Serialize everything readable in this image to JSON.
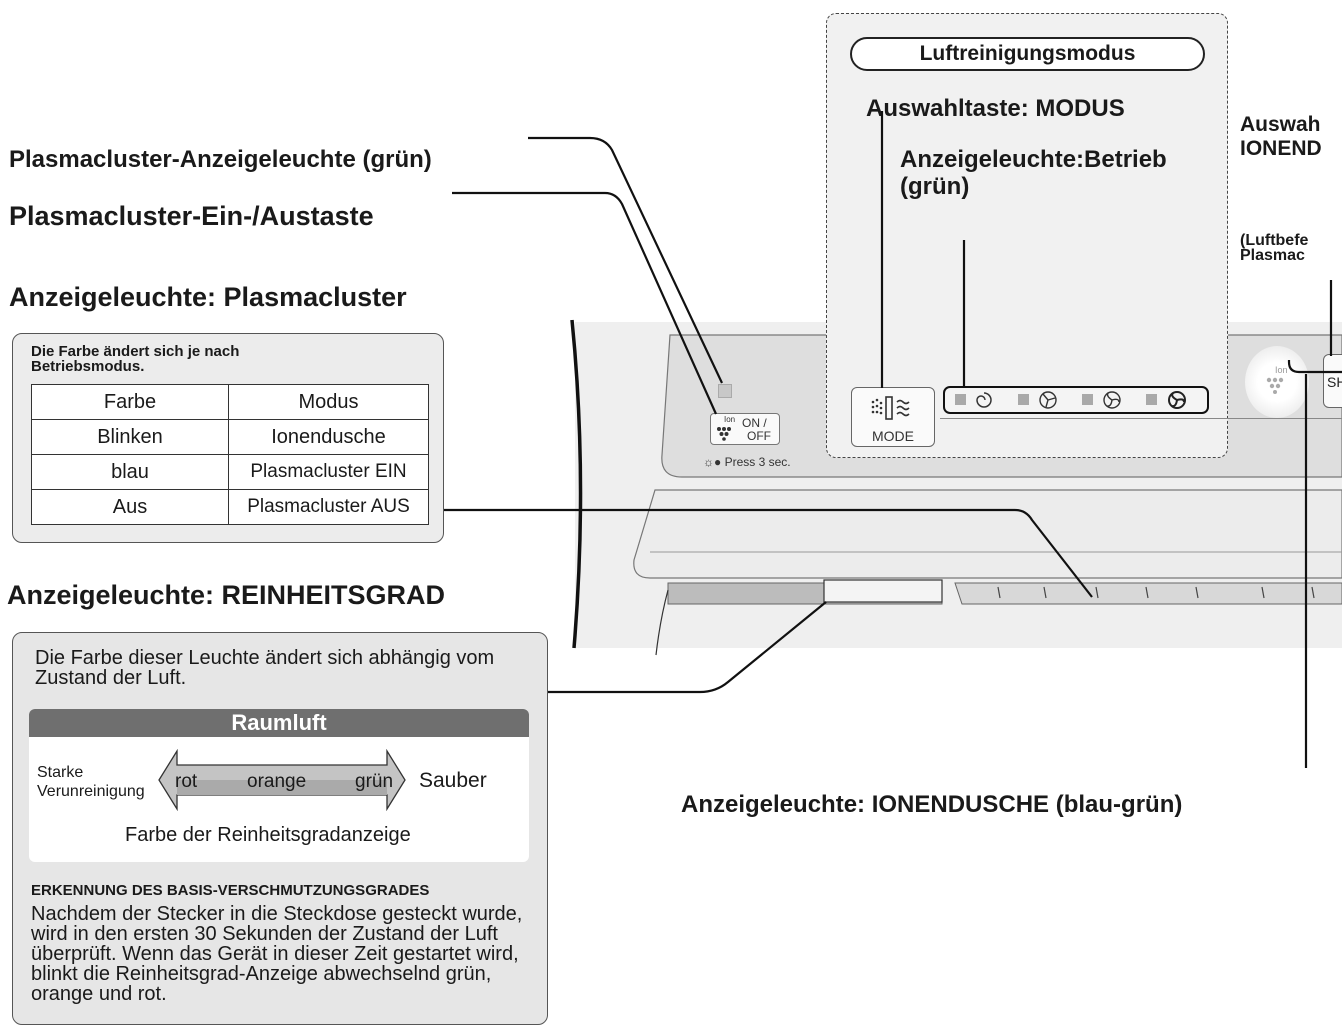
{
  "labels": {
    "pc_indicator": "Plasmacluster-Anzeigeleuchte (grün)",
    "pc_button": "Plasmacluster-Ein-/Austaste",
    "pc_lamp_heading": "Anzeigeleuchte: Plasmacluster",
    "rg_heading": "Anzeigeleuchte: REINHEITSGRAD",
    "mode_pill": "Luftreinigungsmodus",
    "mode_select": "Auswahltaste: MODUS",
    "operation_lamp": "Anzeigeleuchte:Betrieb",
    "operation_lamp_color": "(grün)",
    "ion_select_line1": "Auswah",
    "ion_select_line2": "IONEND",
    "ion_note_line1": "(Luftbefe",
    "ion_note_line2": "Plasmac",
    "ion_lamp": "Anzeigeleuchte: IONENDUSCHE (blau-grün)"
  },
  "plasmacluster_box": {
    "title": "Die Farbe ändert sich je nach Betriebsmodus.",
    "header": [
      "Farbe",
      "Modus"
    ],
    "rows": [
      [
        "Blinken",
        "Ionendusche"
      ],
      [
        "blau",
        "Plasmacluster EIN"
      ],
      [
        "Aus",
        "Plasmacluster AUS"
      ]
    ]
  },
  "reinheit_box": {
    "description": "Die Farbe dieser Leuchte ändert sich abhängig vom Zustand der Luft.",
    "bar_title": "Raumluft",
    "left_line1": "Starke",
    "left_line2": "Verunreinigung",
    "arrow_colors": [
      "rot",
      "orange",
      "grün"
    ],
    "right_label": "Sauber",
    "caption": "Farbe der Reinheitsgradanzeige",
    "detection_heading": "ERKENNUNG DES BASIS-VERSCHMUTZUNGSGRADES",
    "detection_text": "Nachdem der Stecker in die Steckdose gesteckt wurde, wird in den ersten 30 Sekunden der Zustand der Luft überprüft. Wenn das Gerät in dieser Zeit gestartet wird, blinkt die Reinheitsgrad-Anzeige abwechselnd grün, orange und rot."
  },
  "panel": {
    "onoff_top": "ON /",
    "onoff_bottom": "OFF",
    "ion_small": "Ion",
    "press_hint": "Press 3 sec.",
    "mode_button": "MODE",
    "sh_button": "SH"
  },
  "colors": {
    "panel_bg": "#e9e9e9",
    "panel_inner": "#dcdcdc",
    "dashed_bg": "#f1f1f1",
    "bar_bg": "#6f6f6f",
    "arrow_fill": "#bdbdbd"
  }
}
